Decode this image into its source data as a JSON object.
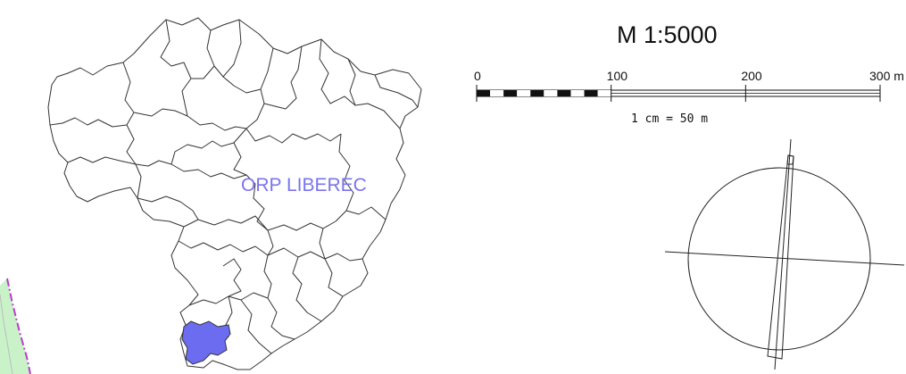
{
  "map": {
    "region_label": "ORP LIBEREC",
    "highlight_color": "#6c6cf0",
    "boundary_color": "#333333",
    "label_color": "#7a74ee",
    "adjacent_zone_color": "#c9f2c9",
    "adjacent_zone_border_color": "#b83dc9"
  },
  "scale": {
    "title": "M 1:5000",
    "ticks": [
      {
        "value": 0,
        "label": "0"
      },
      {
        "value": 100,
        "label": "100"
      },
      {
        "value": 200,
        "label": "200"
      },
      {
        "value": 300,
        "label": "300 m"
      }
    ],
    "max_value": 300,
    "checkered_to": 100,
    "checkered_segments": 10,
    "equivalence": "1 cm = 50 m"
  },
  "north_arrow": {
    "present": true,
    "shape": "circle-with-needle"
  }
}
